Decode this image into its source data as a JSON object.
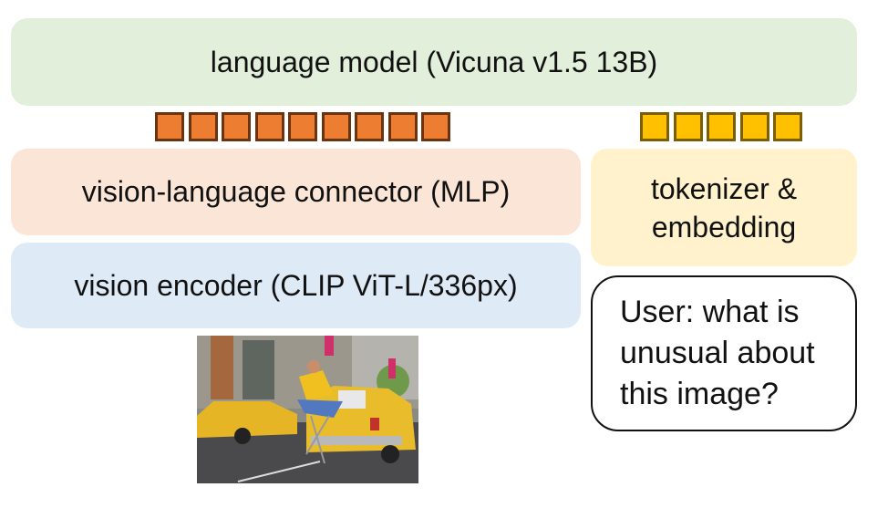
{
  "language_model": {
    "label": "language model (Vicuna v1.5 13B)"
  },
  "connector": {
    "label": "vision-language connector (MLP)"
  },
  "vision_encoder": {
    "label": "vision encoder (CLIP ViT-L/336px)"
  },
  "tokenizer": {
    "line1": "tokenizer &",
    "line2": "embedding"
  },
  "user_prompt": {
    "line1": "User: what is",
    "line2": "unusual about",
    "line3": "this image?"
  },
  "tokens": {
    "visual_count": 9,
    "text_count": 5,
    "visual_color": "#ed7d31",
    "text_color": "#ffc000"
  }
}
